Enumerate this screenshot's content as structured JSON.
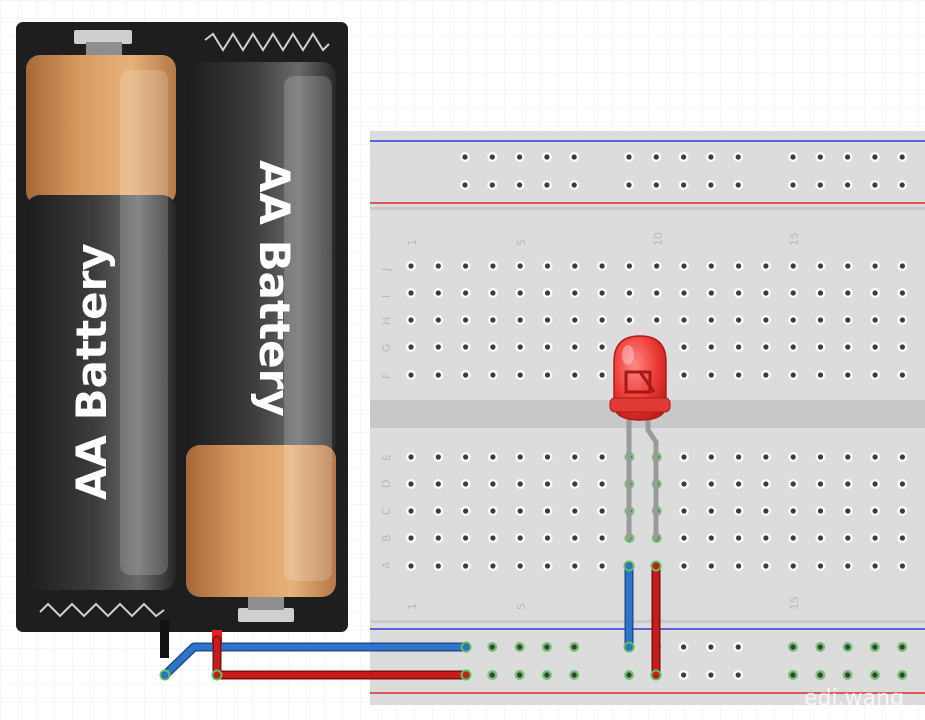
{
  "battery_pack": {
    "cell_left_label": "AA Battery",
    "cell_right_label": "AA Battery"
  },
  "breadboard": {
    "column_numbers": [
      "1",
      "5",
      "10",
      "15"
    ],
    "upper_rows": [
      "J",
      "I",
      "H",
      "G",
      "F"
    ],
    "lower_rows": [
      "E",
      "D",
      "C",
      "B",
      "A"
    ]
  },
  "component": {
    "name": "red-led"
  },
  "wires": [
    {
      "name": "wire-negative",
      "color": "#2f74c9"
    },
    {
      "name": "wire-positive",
      "color": "#c81c1c"
    }
  ],
  "colors": {
    "background": "#ffffff",
    "grid": "#ececec",
    "board": "#dcdcdc",
    "led": "#e8332f"
  },
  "watermark": "edi.wang"
}
